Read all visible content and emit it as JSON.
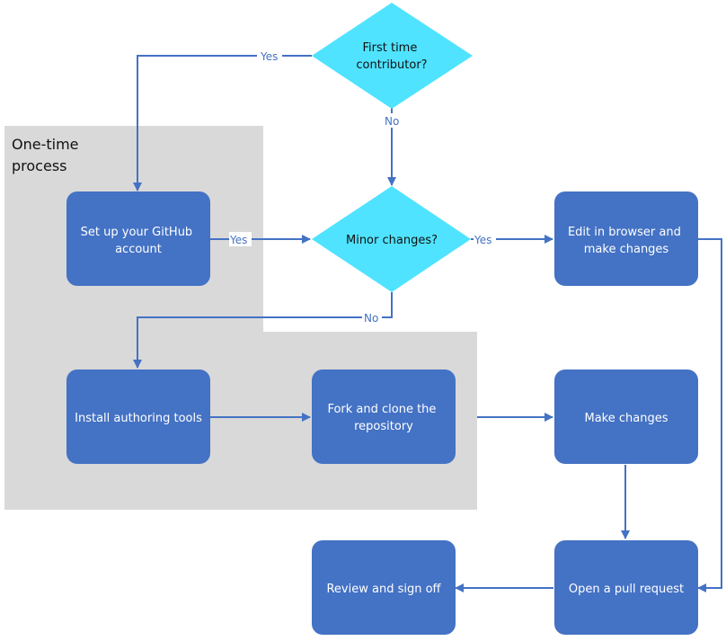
{
  "region": {
    "line1": "One-time",
    "line2": "process"
  },
  "decisions": {
    "first_time": {
      "line1": "First time",
      "line2": "contributor?"
    },
    "minor": {
      "line1": "Minor changes?"
    }
  },
  "steps": {
    "setup": {
      "line1": "Set up your GitHub",
      "line2": "account"
    },
    "install": {
      "line1": "Install authoring tools"
    },
    "fork": {
      "line1": "Fork and clone the",
      "line2": "repository"
    },
    "edit_browser": {
      "line1": "Edit in browser and",
      "line2": "make changes"
    },
    "make_changes": {
      "line1": "Make changes"
    },
    "open_pr": {
      "line1": "Open a pull request"
    },
    "review": {
      "line1": "Review and sign off"
    }
  },
  "edge_labels": {
    "first_yes": "Yes",
    "first_no": "No",
    "setup_yes": "Yes",
    "minor_yes": "Yes",
    "minor_no": "No"
  },
  "colors": {
    "step_fill": "#4472c4",
    "decision_fill": "#4fe3ff",
    "region_fill": "#d9d9d9",
    "connector": "#4472c4"
  }
}
